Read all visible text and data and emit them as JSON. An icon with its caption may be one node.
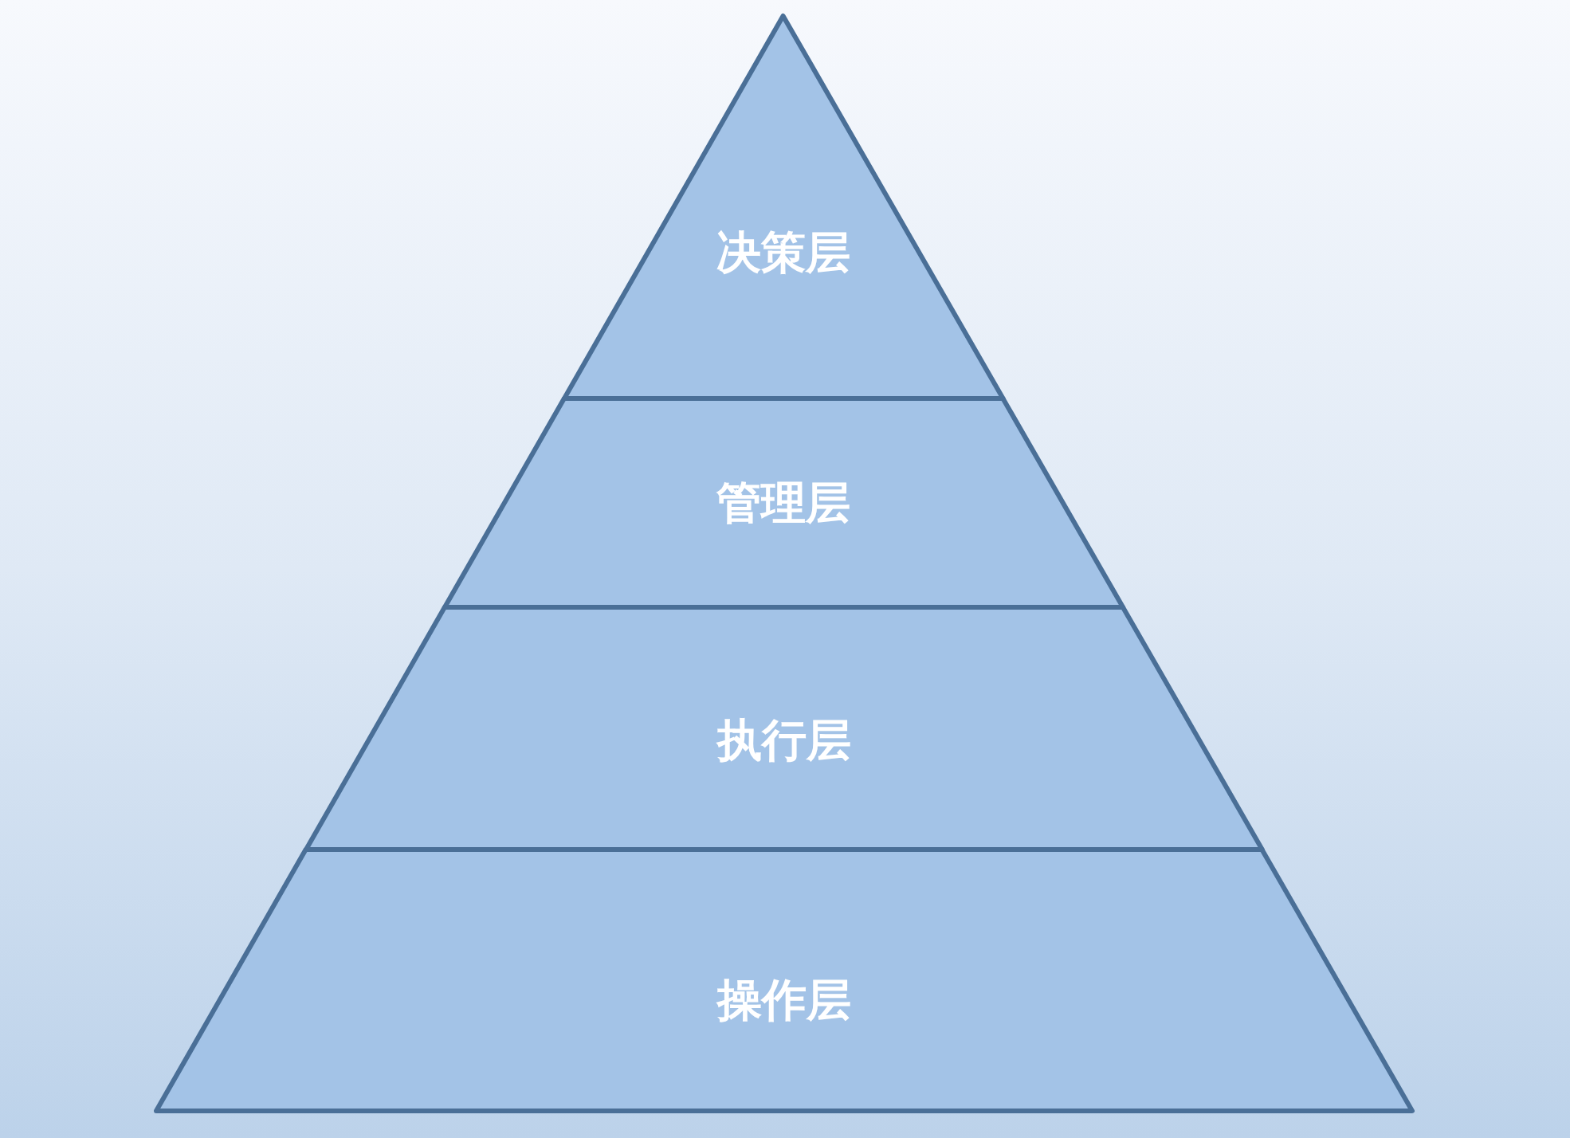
{
  "diagram": {
    "nodes": [
      {
        "text": [
          "决策层"
        ]
      },
      {
        "text": [
          "管理层"
        ]
      },
      {
        "text": [
          "执行层"
        ]
      },
      {
        "text": [
          "操作层"
        ]
      }
    ]
  }
}
